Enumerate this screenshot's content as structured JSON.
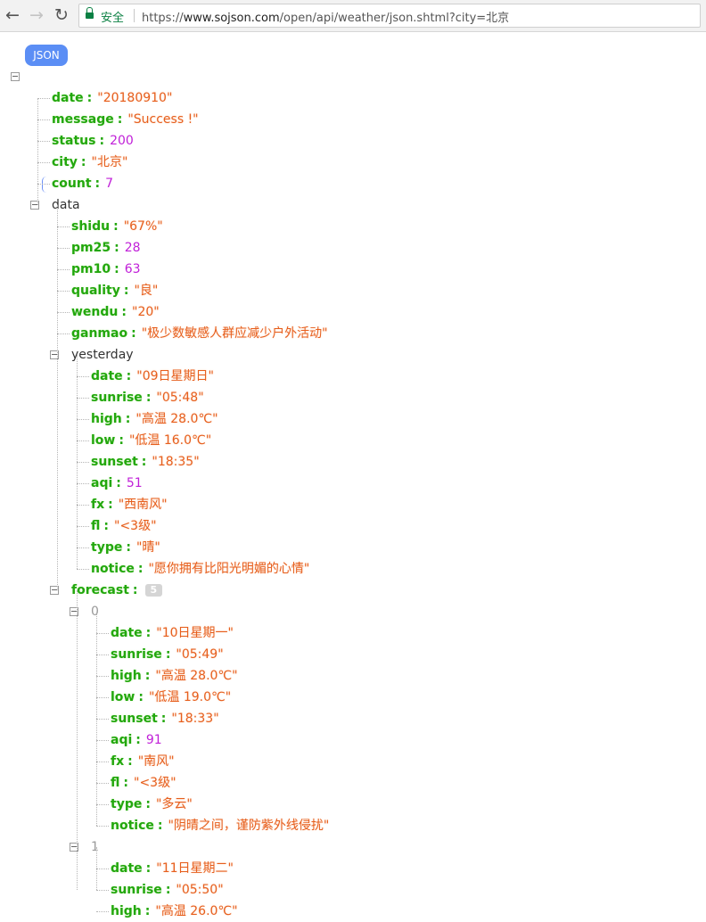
{
  "browser": {
    "secure_label": "安全",
    "url_prefix": "https://",
    "url_host": "www.sojson.com",
    "url_path": "/open/api/weather/json.shtml?city=北京"
  },
  "viewer": {
    "badge": "JSON",
    "root": [
      {
        "key": "date",
        "value": "\"20180910\"",
        "vt": "s"
      },
      {
        "key": "message",
        "value": "\"Success !\"",
        "vt": "s"
      },
      {
        "key": "status",
        "value": "200",
        "vt": "n"
      },
      {
        "key": "city",
        "value": "\"北京\"",
        "vt": "s"
      },
      {
        "key": "count",
        "value": "7",
        "vt": "n"
      }
    ],
    "data_label": "data",
    "data": [
      {
        "key": "shidu",
        "value": "\"67%\"",
        "vt": "s"
      },
      {
        "key": "pm25",
        "value": "28",
        "vt": "n"
      },
      {
        "key": "pm10",
        "value": "63",
        "vt": "n"
      },
      {
        "key": "quality",
        "value": "\"良\"",
        "vt": "s"
      },
      {
        "key": "wendu",
        "value": "\"20\"",
        "vt": "s"
      },
      {
        "key": "ganmao",
        "value": "\"极少数敏感人群应减少户外活动\"",
        "vt": "s"
      }
    ],
    "yesterday_label": "yesterday",
    "yesterday": [
      {
        "key": "date",
        "value": "\"09日星期日\"",
        "vt": "s"
      },
      {
        "key": "sunrise",
        "value": "\"05:48\"",
        "vt": "s"
      },
      {
        "key": "high",
        "value": "\"高温 28.0℃\"",
        "vt": "s"
      },
      {
        "key": "low",
        "value": "\"低温 16.0℃\"",
        "vt": "s"
      },
      {
        "key": "sunset",
        "value": "\"18:35\"",
        "vt": "s"
      },
      {
        "key": "aqi",
        "value": "51",
        "vt": "n"
      },
      {
        "key": "fx",
        "value": "\"西南风\"",
        "vt": "s"
      },
      {
        "key": "fl",
        "value": "\"<3级\"",
        "vt": "s"
      },
      {
        "key": "type",
        "value": "\"晴\"",
        "vt": "s"
      },
      {
        "key": "notice",
        "value": "\"愿你拥有比阳光明媚的心情\"",
        "vt": "s"
      }
    ],
    "forecast_label": "forecast",
    "forecast_count": "5",
    "forecast_0_label": "0",
    "forecast_0": [
      {
        "key": "date",
        "value": "\"10日星期一\"",
        "vt": "s"
      },
      {
        "key": "sunrise",
        "value": "\"05:49\"",
        "vt": "s"
      },
      {
        "key": "high",
        "value": "\"高温 28.0℃\"",
        "vt": "s"
      },
      {
        "key": "low",
        "value": "\"低温 19.0℃\"",
        "vt": "s"
      },
      {
        "key": "sunset",
        "value": "\"18:33\"",
        "vt": "s"
      },
      {
        "key": "aqi",
        "value": "91",
        "vt": "n"
      },
      {
        "key": "fx",
        "value": "\"南风\"",
        "vt": "s"
      },
      {
        "key": "fl",
        "value": "\"<3级\"",
        "vt": "s"
      },
      {
        "key": "type",
        "value": "\"多云\"",
        "vt": "s"
      },
      {
        "key": "notice",
        "value": "\"阴晴之间，谨防紫外线侵扰\"",
        "vt": "s"
      }
    ],
    "forecast_1_label": "1",
    "forecast_1": [
      {
        "key": "date",
        "value": "\"11日星期二\"",
        "vt": "s"
      },
      {
        "key": "sunrise",
        "value": "\"05:50\"",
        "vt": "s"
      },
      {
        "key": "high",
        "value": "\"高温 26.0℃\"",
        "vt": "s"
      }
    ]
  }
}
